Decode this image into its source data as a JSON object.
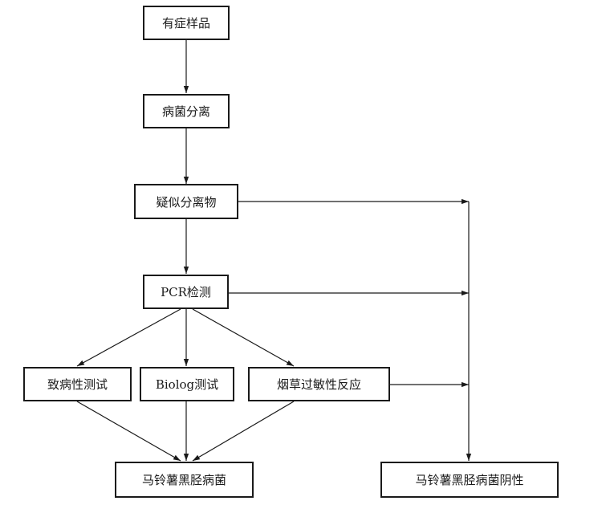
{
  "nodes": {
    "symptomatic_sample": "有症样品",
    "pathogen_isolation": "病菌分离",
    "suspect_isolate": "疑似分离物",
    "pcr_detection": "PCR检测",
    "pathogenicity_test": "致病性测试",
    "biolog_test": "Biolog测试",
    "tobacco_hr": "烟草过敏性反应",
    "blackleg_positive": "马铃薯黑胫病菌",
    "blackleg_negative": "马铃薯黑胫病菌阴性"
  },
  "colors": {
    "line": "#1a1a1a",
    "box_border": "#1a1a1a",
    "background": "#ffffff"
  }
}
